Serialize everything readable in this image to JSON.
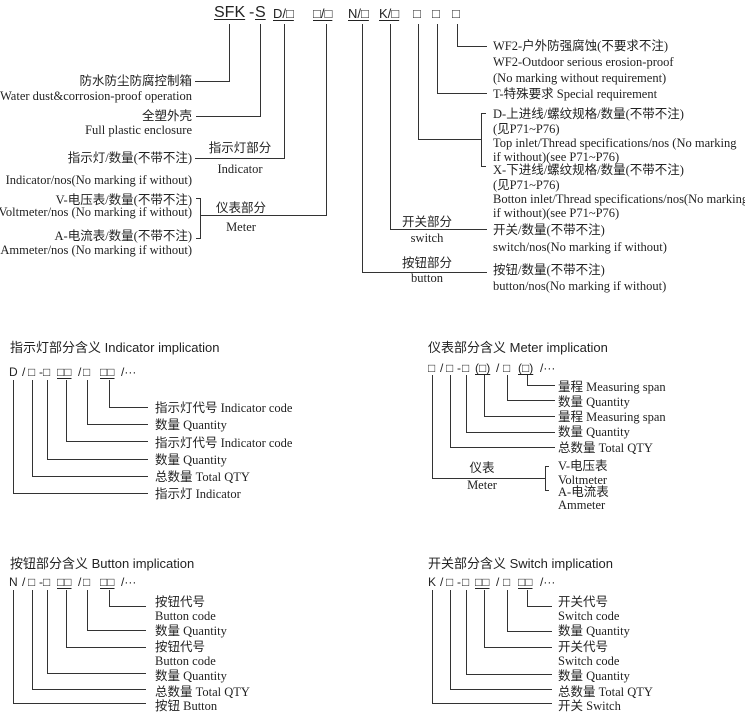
{
  "top": {
    "code": {
      "sfk": "SFK",
      "dash": "-",
      "s": "S",
      "d": "D/□",
      "meter": "□/□",
      "n": "N/□",
      "k": "K/□",
      "box1": "□",
      "box2": "□",
      "box3": "□"
    },
    "labels": {
      "waterproof_cn": "防水防尘防腐控制箱",
      "waterproof_en": "Water dust&corrosion-proof operation",
      "plastic_cn": "全塑外壳",
      "plastic_en": "Full  plastic enclosure",
      "indicator_cn": "指示灯/数量(不带不注)",
      "indicator_en": "Indicator/nos(No marking if without)",
      "indicator_part_cn": "指示灯部分",
      "indicator_part_en": "Indicator",
      "voltmeter_cn": "V-电压表/数量(不带不注)",
      "voltmeter_en": "Voltmeter/nos (No marking if without)",
      "ammeter_cn": "A-电流表/数量(不带不注)",
      "ammeter_en": "Ammeter/nos (No marking if without)",
      "meter_part_cn": "仪表部分",
      "meter_part_en": "Meter",
      "wf2_cn": "WF2-户外防强腐蚀(不要求不注)",
      "wf2_en": "WF2-Outdoor serious erosion-proof",
      "wf2_note": "(No marking without requirement)",
      "special": "T-特殊要求 Special requirement",
      "top_inlet_cn": "D-上进线/螺纹规格/数量(不带不注)",
      "top_inlet_ref": "(见P71~P76)",
      "top_inlet_en1": "Top inlet/Thread specifications/nos (No marking",
      "top_inlet_en2": "if without)(see P71~P76)",
      "bottom_inlet_cn": "X-下进线/螺纹规格/数量(不带不注)",
      "bottom_inlet_ref": "(见P71~P76)",
      "bottom_inlet_en1": "Botton inlet/Thread specifications/nos(No marking",
      "bottom_inlet_en2": "if without)(see P71~P76)",
      "switch_part_cn": "开关部分",
      "switch_part_en": "switch",
      "switch_cn": "开关/数量(不带不注)",
      "switch_en": "switch/nos(No marking if without)",
      "button_part_cn": "按钮部分",
      "button_part_en": "button",
      "button_cn": "按钮/数量(不带不注)",
      "button_en": "button/nos(No marking if without)"
    }
  },
  "indicator": {
    "title": "指示灯部分含义 Indicator implication",
    "code": [
      "D",
      "/",
      "□",
      "-",
      "□",
      "□□",
      "/",
      "□",
      "□□",
      "/···"
    ],
    "labels": [
      "指示灯代号 Indicator code",
      "数量 Quantity",
      "指示灯代号 Indicator code",
      "数量 Quantity",
      "总数量 Total QTY",
      "指示灯 Indicator"
    ]
  },
  "meter": {
    "title": "仪表部分含义 Meter implication",
    "code": [
      "□",
      "/",
      "□",
      "-",
      "□",
      "(□)",
      "/",
      "□",
      "(□)",
      "/···"
    ],
    "labels": [
      "量程 Measuring span",
      "数量 Quantity",
      "量程 Measuring span",
      "数量 Quantity",
      "总数量 Total QTY"
    ],
    "meter_cn": "仪表",
    "meter_en": "Meter",
    "types": [
      "V-电压表",
      "Voltmeter",
      "A-电流表",
      "Ammeter"
    ]
  },
  "button": {
    "title": "按钮部分含义 Button implication",
    "code": [
      "N",
      "/",
      "□",
      "-",
      "□",
      "□□",
      "/",
      "□",
      "□□",
      "/···"
    ],
    "labels": [
      "按钮代号",
      "Button code",
      "数量 Quantity",
      "按钮代号",
      "Button code",
      "数量 Quantity",
      "总数量 Total QTY",
      "按钮 Button"
    ]
  },
  "switch": {
    "title": "开关部分含义 Switch implication",
    "code": [
      "K",
      "/",
      "□",
      "-",
      "□",
      "□□",
      "/",
      "□",
      "□□",
      "/···"
    ],
    "labels": [
      "开关代号",
      "Switch code",
      "数量 Quantity",
      "开关代号",
      "Switch code",
      "数量 Quantity",
      "总数量 Total QTY",
      "开关 Switch"
    ]
  }
}
